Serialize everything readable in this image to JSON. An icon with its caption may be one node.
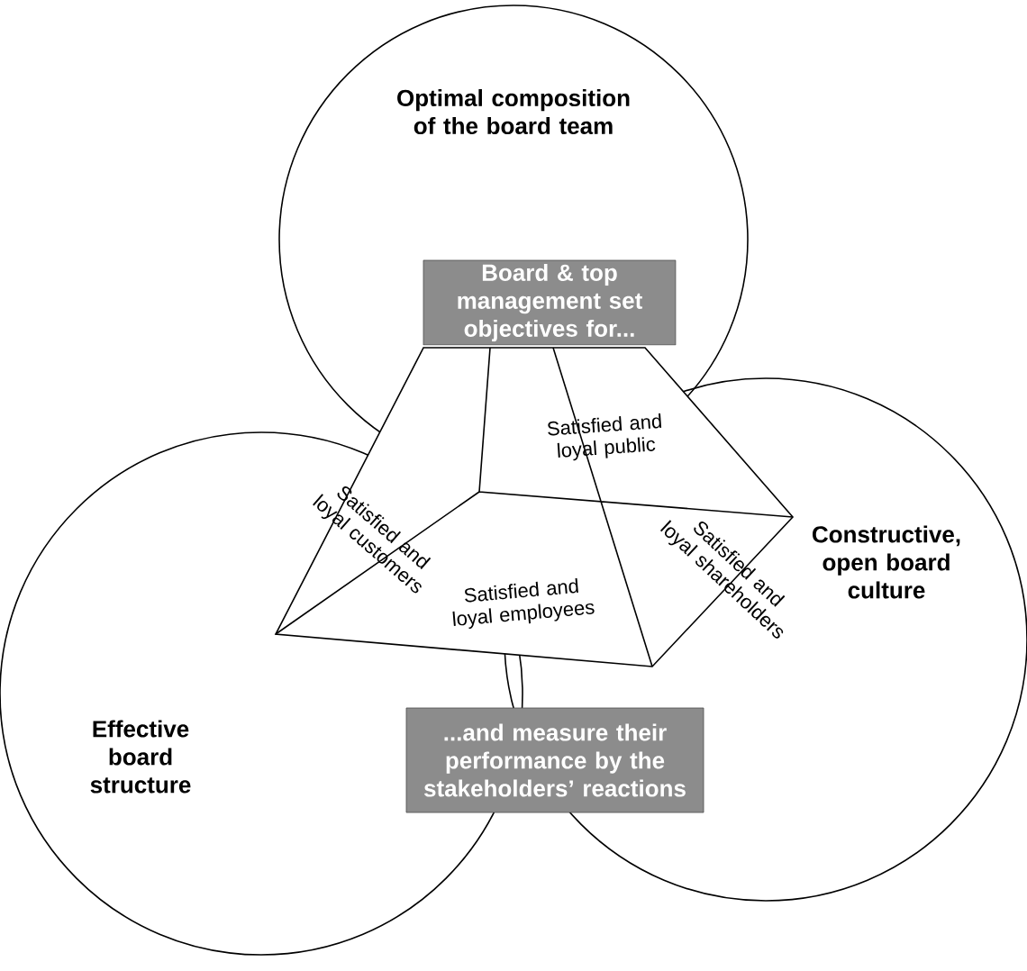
{
  "diagram": {
    "nodes": [
      {
        "text": [
          "Optimal composition of the board team"
        ]
      },
      {
        "text": [
          "Effective board structure"
        ]
      },
      {
        "text": [
          "Constructive, open board culture"
        ]
      },
      {
        "text": [
          "Board & top management set objectives for..."
        ],
        "in": 0
      },
      {
        "text": [
          "...and measure their performance by the stakeholders’ reactions"
        ]
      },
      {
        "text": [
          "Satisfied and loyal customers"
        ],
        "in": 1
      },
      {
        "text": [
          "Satisfied and loyal public"
        ]
      },
      {
        "text": [
          "Satisfied and loyal employees"
        ]
      },
      {
        "text": [
          "Satisfied and loyal shareholders"
        ],
        "in": 2
      }
    ]
  }
}
